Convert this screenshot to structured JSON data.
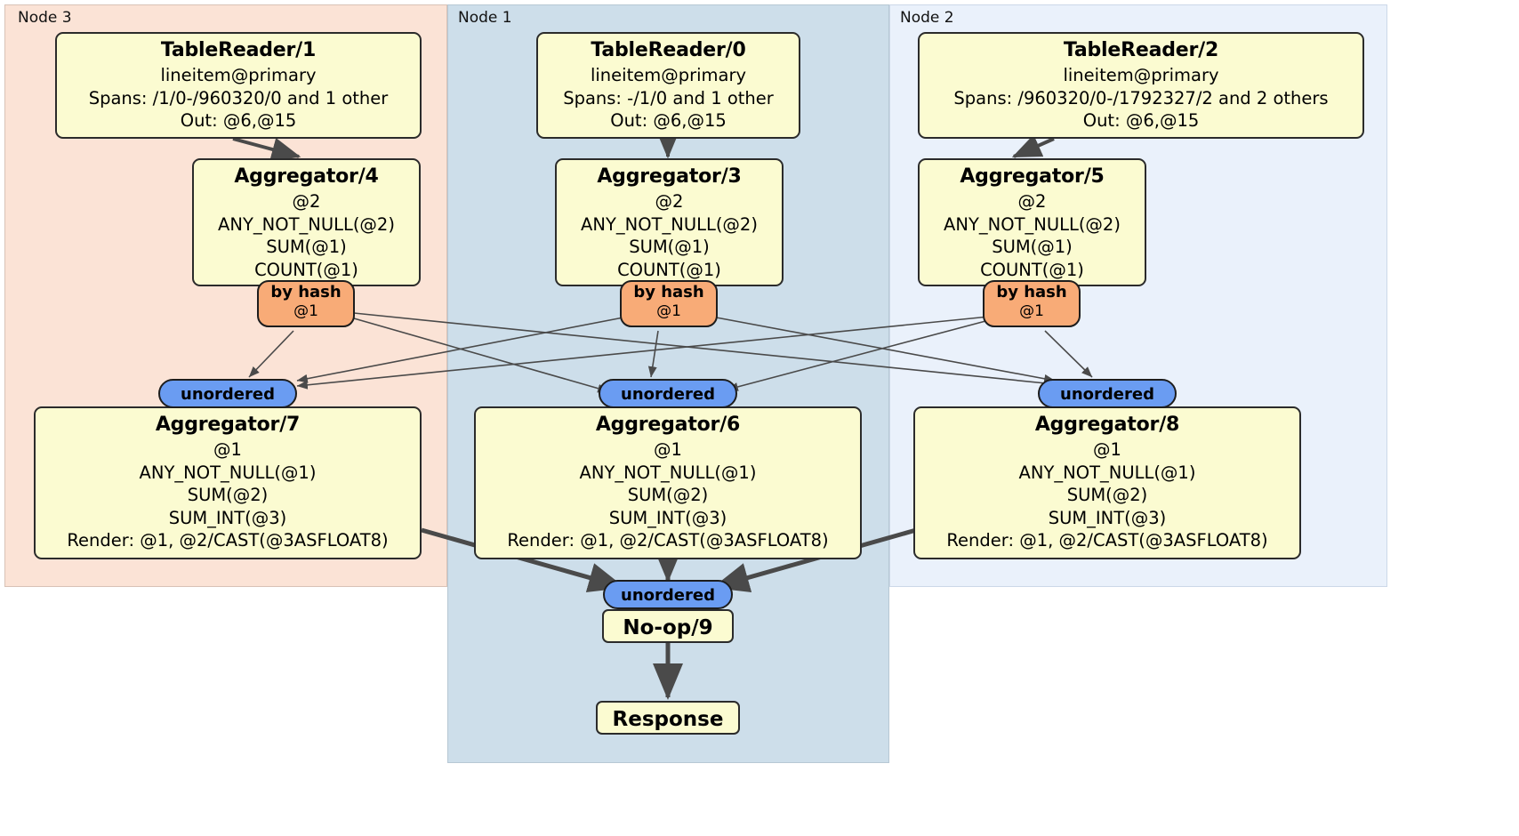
{
  "diagram": {
    "type": "distsql-query-plan",
    "colors": {
      "node3_bg": "#fbe3d6",
      "node1_bg": "#cddeea",
      "node2_bg": "#eaf1fb",
      "processor_fill": "#fbfbd1",
      "hash_router_fill": "#f8ab77",
      "unordered_fill": "#6a9cf2",
      "edge_color": "#4a4a4a",
      "border_color": "#2b2b2b"
    }
  },
  "regions": [
    {
      "id": "node3",
      "label": "Node 3"
    },
    {
      "id": "node1",
      "label": "Node 1"
    },
    {
      "id": "node2",
      "label": "Node 2"
    }
  ],
  "processors": {
    "tablereader1": {
      "title": "TableReader/1",
      "lines": [
        "lineitem@primary",
        "Spans: /1/0-/960320/0 and 1 other",
        "Out: @6,@15"
      ]
    },
    "tablereader0": {
      "title": "TableReader/0",
      "lines": [
        "lineitem@primary",
        "Spans: -/1/0 and 1 other",
        "Out: @6,@15"
      ]
    },
    "tablereader2": {
      "title": "TableReader/2",
      "lines": [
        "lineitem@primary",
        "Spans: /960320/0-/1792327/2 and 2 others",
        "Out: @6,@15"
      ]
    },
    "aggregator4": {
      "title": "Aggregator/4",
      "lines": [
        "@2",
        "ANY_NOT_NULL(@2)",
        "SUM(@1)",
        "COUNT(@1)"
      ]
    },
    "aggregator3": {
      "title": "Aggregator/3",
      "lines": [
        "@2",
        "ANY_NOT_NULL(@2)",
        "SUM(@1)",
        "COUNT(@1)"
      ]
    },
    "aggregator5": {
      "title": "Aggregator/5",
      "lines": [
        "@2",
        "ANY_NOT_NULL(@2)",
        "SUM(@1)",
        "COUNT(@1)"
      ]
    },
    "aggregator7": {
      "title": "Aggregator/7",
      "lines": [
        "@1",
        "ANY_NOT_NULL(@1)",
        "SUM(@2)",
        "SUM_INT(@3)",
        "Render: @1, @2/CAST(@3ASFLOAT8)"
      ]
    },
    "aggregator6": {
      "title": "Aggregator/6",
      "lines": [
        "@1",
        "ANY_NOT_NULL(@1)",
        "SUM(@2)",
        "SUM_INT(@3)",
        "Render: @1, @2/CAST(@3ASFLOAT8)"
      ]
    },
    "aggregator8": {
      "title": "Aggregator/8",
      "lines": [
        "@1",
        "ANY_NOT_NULL(@1)",
        "SUM(@2)",
        "SUM_INT(@3)",
        "Render: @1, @2/CAST(@3ASFLOAT8)"
      ]
    },
    "noop9": {
      "title": "No-op/9"
    },
    "response": {
      "title": "Response"
    }
  },
  "routers": {
    "hash4": {
      "kind": "by hash",
      "column": "@1"
    },
    "hash3": {
      "kind": "by hash",
      "column": "@1"
    },
    "hash5": {
      "kind": "by hash",
      "column": "@1"
    }
  },
  "synchronizers": {
    "unordered_left": {
      "label": "unordered"
    },
    "unordered_center": {
      "label": "unordered"
    },
    "unordered_right": {
      "label": "unordered"
    },
    "unordered_final": {
      "label": "unordered"
    }
  }
}
